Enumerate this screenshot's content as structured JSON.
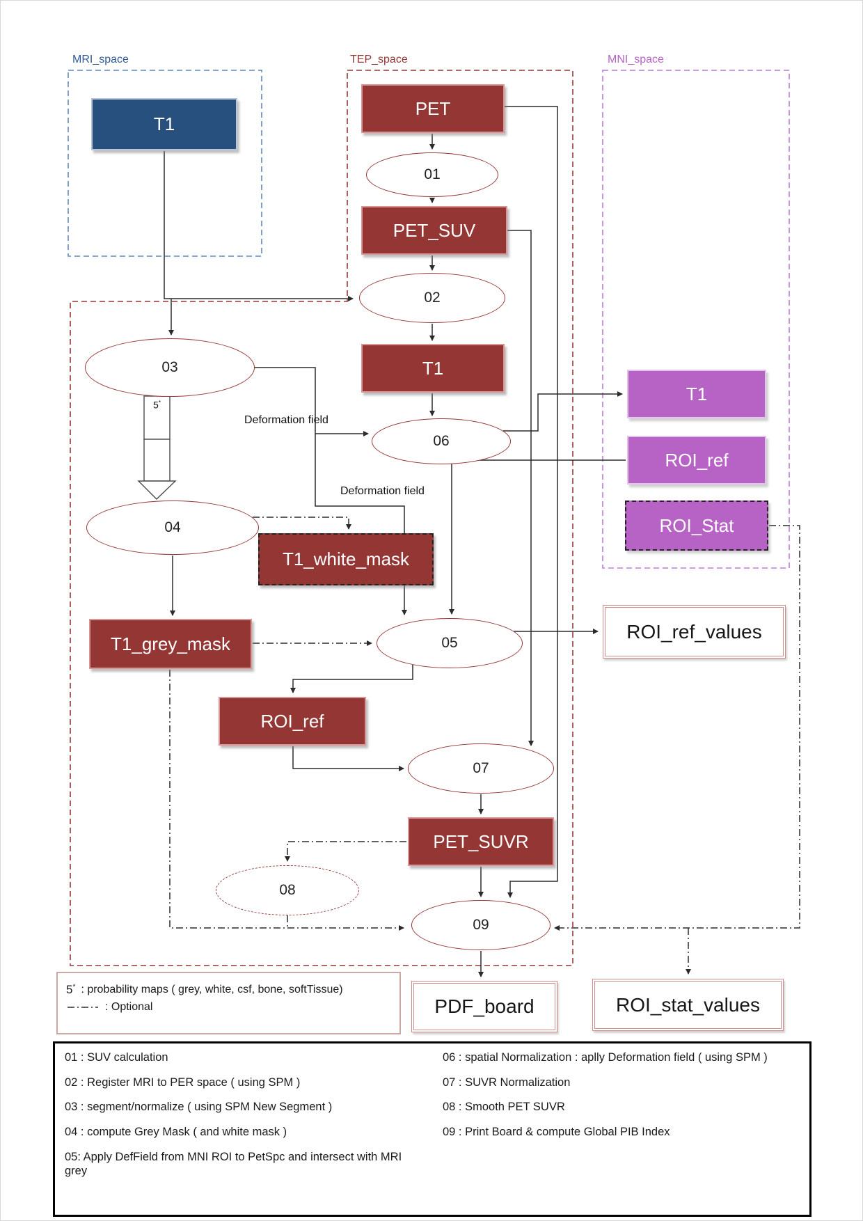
{
  "colors": {
    "box_red": "#943634",
    "box_red_border": "#d99694",
    "box_blue": "#27507f",
    "box_purple": "#b763c6",
    "box_purple_border": "#e2c4ec",
    "stroke_red": "#953735",
    "stroke_blue": "#6288bb",
    "stroke_purple": "#b57fd0",
    "edge": "#2b2b2b",
    "ink": "#1a1a1a"
  },
  "regions": {
    "mri": {
      "label": "MRI_space"
    },
    "tep": {
      "label": "TEP_space"
    },
    "mni": {
      "label": "MNI_space"
    }
  },
  "nodes": {
    "t1_mri": {
      "label": "T1"
    },
    "pet": {
      "label": "PET"
    },
    "pet_suv": {
      "label": "PET_SUV"
    },
    "t1_tep": {
      "label": "T1"
    },
    "t1_white_mask": {
      "label": "T1_white_mask"
    },
    "t1_grey_mask": {
      "label": "T1_grey_mask"
    },
    "roi_ref_tep": {
      "label": "ROI_ref"
    },
    "pet_suvr": {
      "label": "PET_SUVR"
    },
    "t1_mni": {
      "label": "T1"
    },
    "roi_ref_mni": {
      "label": "ROI_ref"
    },
    "roi_stat": {
      "label": "ROI_Stat"
    },
    "roi_ref_values": {
      "label": "ROI_ref_values"
    },
    "pdf_board": {
      "label": "PDF_board"
    },
    "roi_stat_values": {
      "label": "ROI_stat_values"
    }
  },
  "steps": {
    "s01": {
      "label": "01"
    },
    "s02": {
      "label": "02"
    },
    "s03": {
      "label": "03"
    },
    "s04": {
      "label": "04"
    },
    "s05": {
      "label": "05"
    },
    "s06": {
      "label": "06"
    },
    "s07": {
      "label": "07"
    },
    "s08": {
      "label": "08"
    },
    "s09": {
      "label": "09"
    }
  },
  "annotations": {
    "deformation_field_1": "Deformation field",
    "deformation_field_2": "Deformation field",
    "five": "5",
    "star": "*"
  },
  "legend": {
    "five": "5",
    "star": "*",
    "probability_text": ": probability maps ( grey, white, csf, bone, softTissue)",
    "optional_text": ": Optional"
  },
  "notes": {
    "left": [
      "01 : SUV calculation",
      "02 :  Register MRI to PER space ( using SPM )",
      "03 : segment/normalize ( using SPM New Segment )",
      "04 : compute Grey Mask ( and white mask )",
      "05: Apply DefField from MNI ROI to PetSpc and intersect with MRI grey"
    ],
    "right": [
      "06 : spatial Normalization : aplly Deformation field ( using SPM )",
      "07 : SUVR Normalization",
      "08 : Smooth PET SUVR",
      "09 : Print Board & compute Global PIB Index"
    ]
  }
}
